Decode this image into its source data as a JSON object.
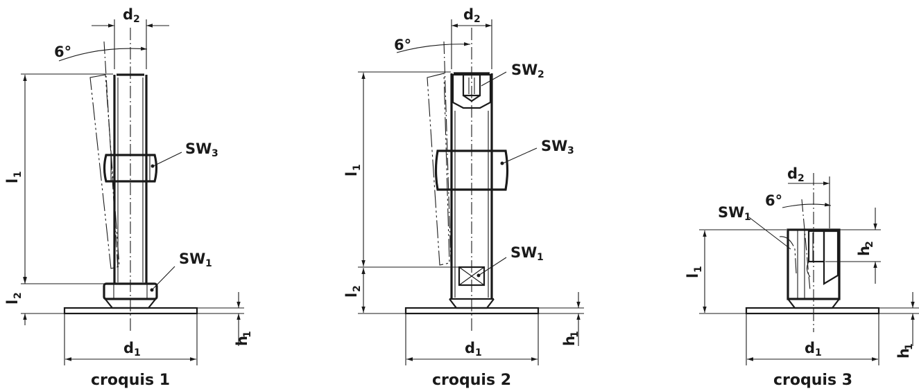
{
  "sketches": [
    {
      "caption": "croquis 1",
      "labels": {
        "d2": "d",
        "d2_sub": "2",
        "angle": "6°",
        "l1": "l",
        "l1_sub": "1",
        "l2": "l",
        "l2_sub": "2",
        "sw3": "SW",
        "sw3_sub": "3",
        "sw1": "SW",
        "sw1_sub": "1",
        "d1": "d",
        "d1_sub": "1",
        "h1": "h",
        "h1_sub": "1"
      }
    },
    {
      "caption": "croquis 2",
      "labels": {
        "d2": "d",
        "d2_sub": "2",
        "angle": "6°",
        "l1": "l",
        "l1_sub": "1",
        "l2": "l",
        "l2_sub": "2",
        "sw2": "SW",
        "sw2_sub": "2",
        "sw3": "SW",
        "sw3_sub": "3",
        "sw1": "SW",
        "sw1_sub": "1",
        "d1": "d",
        "d1_sub": "1",
        "h1": "h",
        "h1_sub": "1"
      }
    },
    {
      "caption": "croquis 3",
      "labels": {
        "d2": "d",
        "d2_sub": "2",
        "angle": "6°",
        "sw1": "SW",
        "sw1_sub": "1",
        "h2": "h",
        "h2_sub": "2",
        "l1": "l",
        "l1_sub": "1",
        "d1": "d",
        "d1_sub": "1",
        "h1": "h",
        "h1_sub": "1"
      }
    }
  ]
}
